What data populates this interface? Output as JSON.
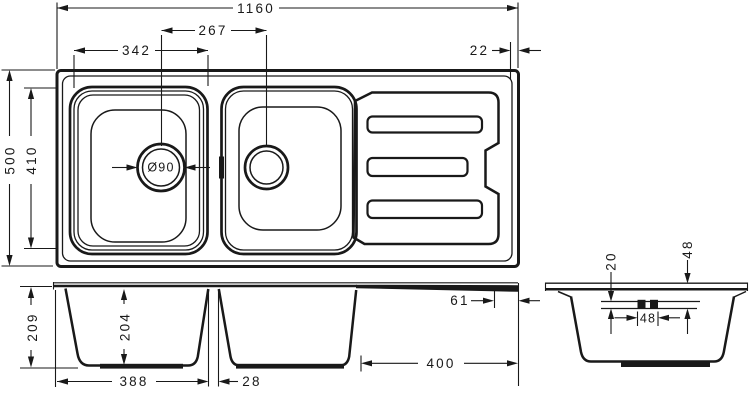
{
  "colors": {
    "line": "#191919",
    "background": "#ffffff"
  },
  "plan_view": {
    "dims": {
      "overall_width": "1160",
      "drain_spacing": "267",
      "left_to_bowl_divider": "342",
      "right_rim_width": "22",
      "overall_depth": "500",
      "bowl_area_depth": "410",
      "drain_diameter": "Ø90"
    }
  },
  "front_view": {
    "dims": {
      "total_height": "209",
      "bowl_inner_height": "204",
      "main_bowl_width": "388",
      "divider_width": "28",
      "drainer_length": "400",
      "end_overhang": "61"
    }
  },
  "section_view": {
    "dims": {
      "overflow_top_offset": "20",
      "overflow_drop": "48",
      "overflow_width": "48"
    }
  }
}
